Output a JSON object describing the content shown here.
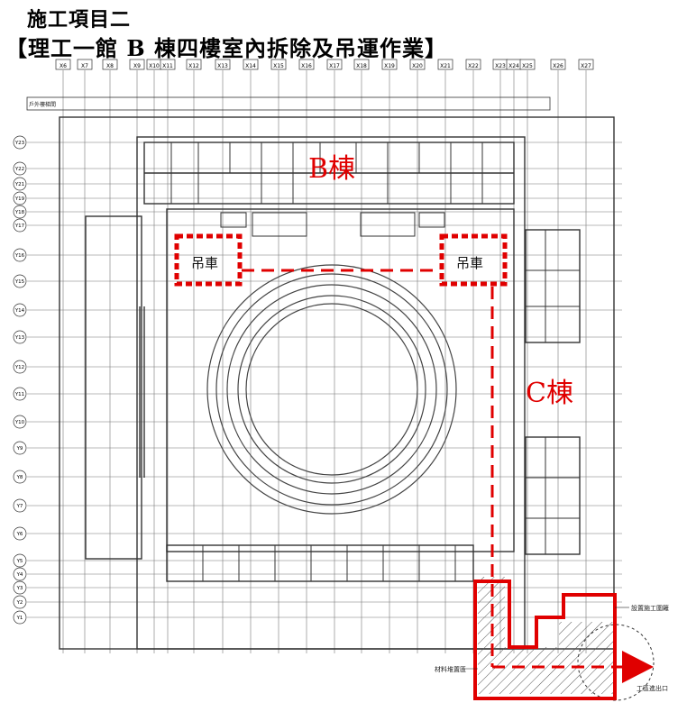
{
  "title": {
    "line1": "施工項目二",
    "line2": "【理工一館 B 棟四樓室內拆除及吊運作業】"
  },
  "grid": {
    "col_labels": [
      "X6",
      "X7",
      "X8",
      "X9",
      "X10",
      "X11",
      "X12",
      "X13",
      "X14",
      "X15",
      "X16",
      "X17",
      "X18",
      "X19",
      "X20",
      "X21",
      "X22",
      "X23",
      "X24",
      "X25",
      "X26",
      "X27"
    ],
    "row_labels": [
      "Y23",
      "Y22",
      "Y21",
      "Y19",
      "Y18",
      "Y17",
      "Y16",
      "Y15",
      "Y14",
      "Y13",
      "Y12",
      "Y11",
      "Y10",
      "Y9",
      "Y8",
      "Y7",
      "Y6",
      "Y5",
      "Y4",
      "Y3",
      "Y2",
      "Y1"
    ]
  },
  "annotations": {
    "building_b": "B棟",
    "building_c": "C棟",
    "crane_left": "吊車",
    "crane_right": "吊車",
    "fence_note": "設置施工圍籬",
    "material_note": "材料堆置區",
    "exit_note": "工區進出口",
    "top_note": "戶外樓梯間"
  },
  "colors": {
    "route": "#e00000",
    "lines": "#333333"
  }
}
